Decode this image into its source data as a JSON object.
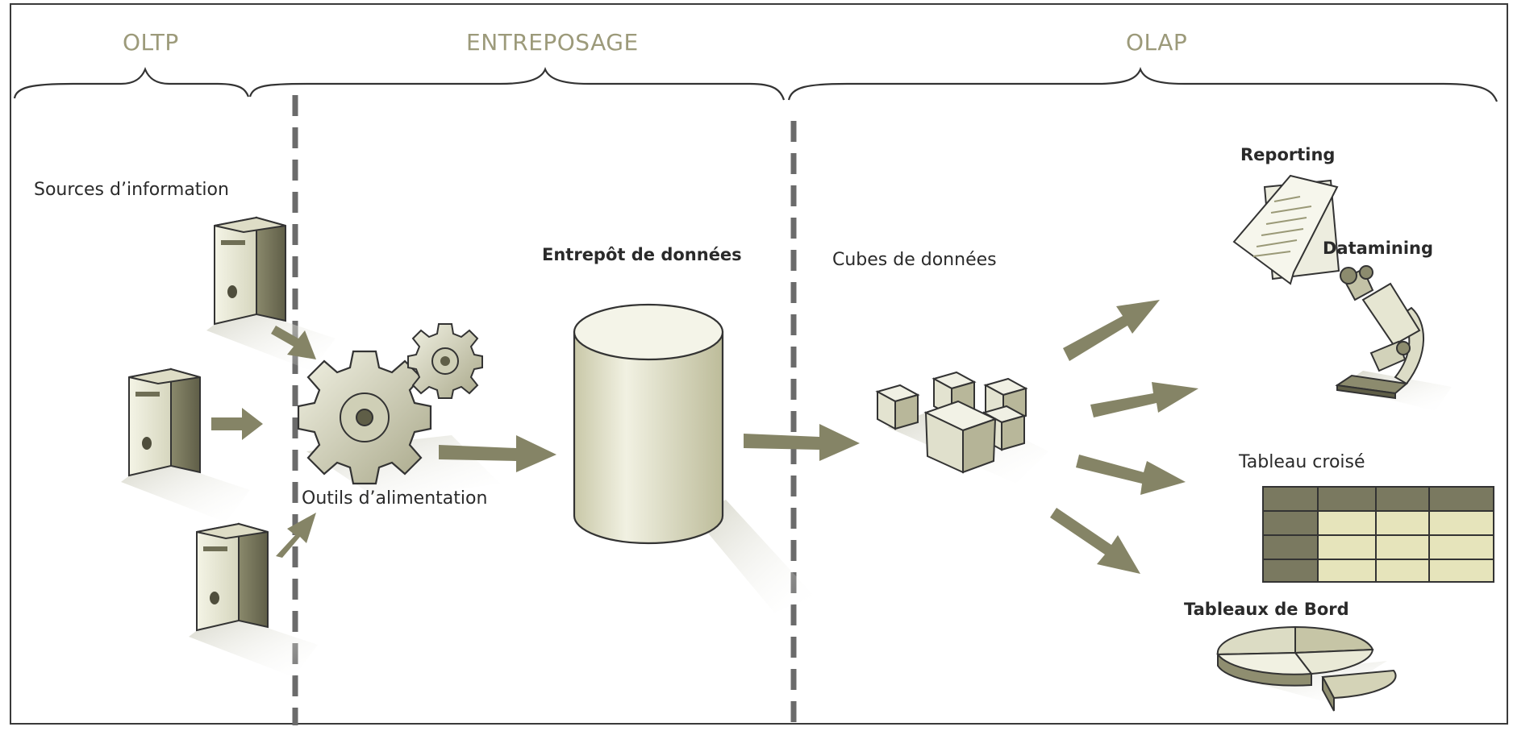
{
  "phases": {
    "oltp": "OLTP",
    "entreposage": "ENTREPOSAGE",
    "olap": "OLAP"
  },
  "labels": {
    "sources": "Sources d’information",
    "outils": "Outils d’alimentation",
    "entrepot": "Entrepôt de données",
    "cubes": "Cubes de données",
    "reporting": "Reporting",
    "datamining": "Datamining",
    "tableau_croise": "Tableau croisé",
    "tableaux_bord": "Tableaux de Bord"
  },
  "colors": {
    "phase_text": "#9c9a7a",
    "arrow": "#858466",
    "illustration_fill": "#e8e8d4",
    "illustration_dark": "#7e7d62",
    "stroke": "#333333"
  },
  "icons": [
    "server-icon",
    "gears-icon",
    "cylinder-icon",
    "cubes-icon",
    "report-icon",
    "microscope-icon",
    "crosstab-icon",
    "pie-chart-icon"
  ]
}
